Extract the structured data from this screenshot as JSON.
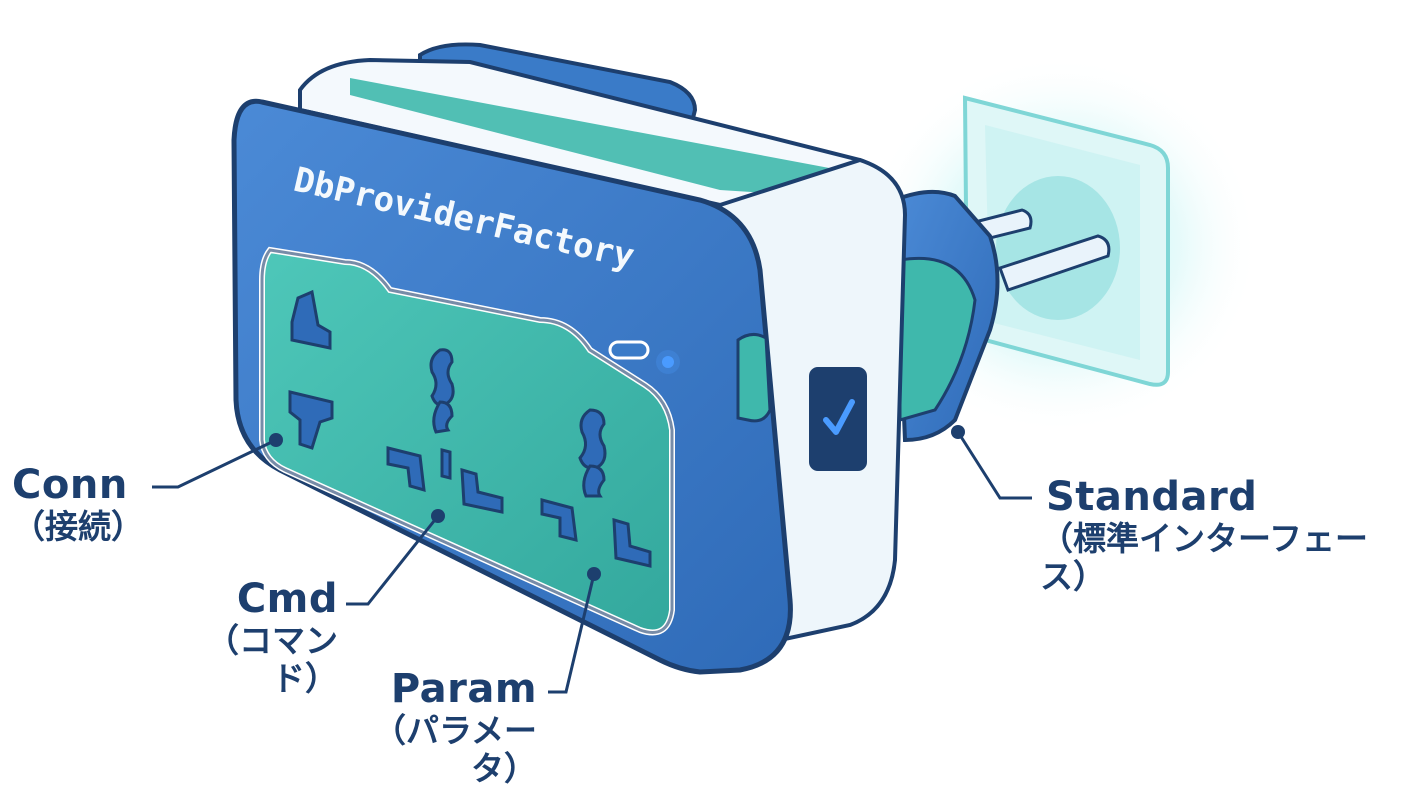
{
  "device": {
    "label": "DbProviderFactory",
    "check_icon": "check-icon",
    "indicator_icon": "led-indicator-icon"
  },
  "callouts": {
    "conn": {
      "title": "Conn",
      "subtitle": "（接続）"
    },
    "cmd": {
      "title": "Cmd",
      "subtitle": "（コマンド）"
    },
    "param": {
      "title": "Param",
      "subtitle": "（パラメータ）"
    },
    "standard": {
      "title": "Standard",
      "subtitle": "（標準インターフェース）"
    }
  },
  "colors": {
    "body_blue": "#3a7bc8",
    "teal": "#3fb8ac",
    "outline": "#1d3f6e",
    "glow": "#7ee8e8",
    "led": "#4a9bff"
  }
}
